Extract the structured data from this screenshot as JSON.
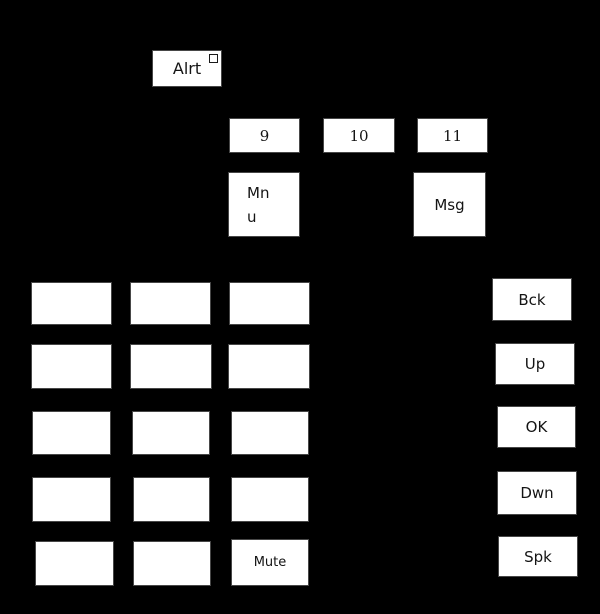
{
  "colors": {
    "background": "#000000",
    "key_fill": "#ffffff",
    "key_border": "#474747",
    "key_text": "#141414"
  },
  "icons": {
    "alrt_indicator": "small-square-outline-icon"
  },
  "keys": {
    "alrt": {
      "label": "Alrt"
    },
    "line": [
      {
        "label": "9"
      },
      {
        "label": "10"
      },
      {
        "label": "11"
      }
    ],
    "menu": {
      "label": "Mn\nu"
    },
    "msg": {
      "label": "Msg"
    },
    "mute": {
      "label": "Mute"
    },
    "nav": [
      {
        "label": "Bck"
      },
      {
        "label": "Up"
      },
      {
        "label": "OK"
      },
      {
        "label": "Dwn"
      },
      {
        "label": "Spk"
      }
    ],
    "blank_key_count": 14
  }
}
